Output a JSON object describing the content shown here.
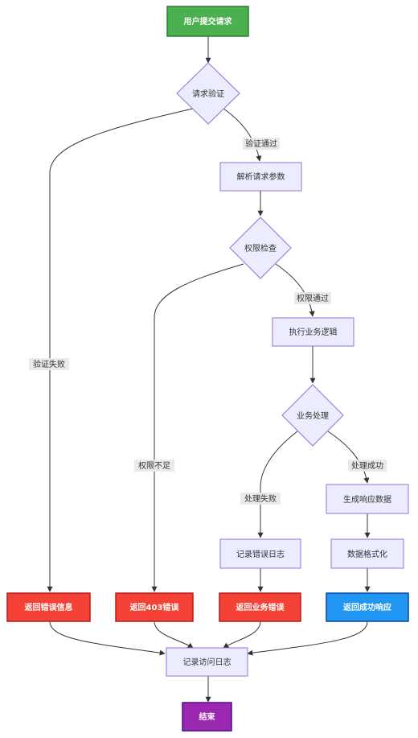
{
  "colors": {
    "start": "#4caf50",
    "start_border": "#2e7d32",
    "process": "#ececff",
    "process_border": "#9370db",
    "error": "#f44336",
    "error_border": "#b71c1c",
    "success": "#2196f3",
    "success_border": "#0d47a1",
    "end": "#9c27b0",
    "end_border": "#4a148c",
    "edge": "#333333"
  },
  "nodes": {
    "start": "用户提交请求",
    "validate": "请求验证",
    "parse": "解析请求参数",
    "auth": "权限检查",
    "execute": "执行业务逻辑",
    "business": "业务处理",
    "generate": "生成响应数据",
    "format": "数据格式化",
    "log_error": "记录错误日志",
    "err_validation": "返回错误信息",
    "err_403": "返回403错误",
    "err_business": "返回业务错误",
    "success": "返回成功响应",
    "access_log": "记录访问日志",
    "end": "结束"
  },
  "edge_labels": {
    "validate_pass": "验证通过",
    "validate_fail": "验证失败",
    "auth_pass": "权限通过",
    "auth_fail": "权限不足",
    "business_success": "处理成功",
    "business_fail": "处理失败"
  }
}
